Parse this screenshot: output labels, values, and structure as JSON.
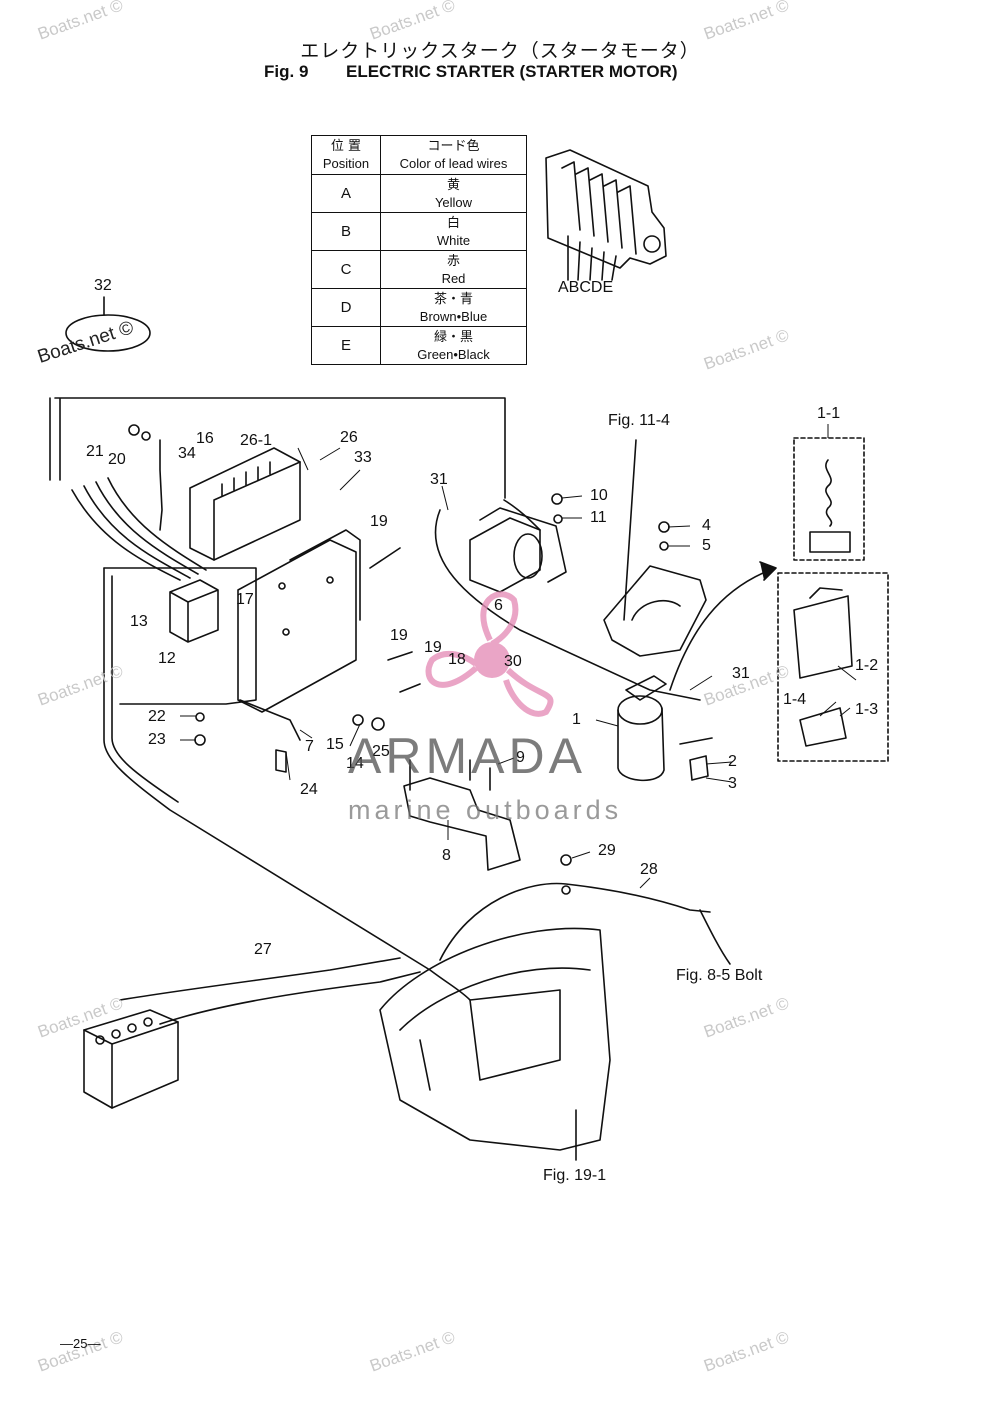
{
  "header": {
    "title_jp": "エレクトリックスターク（スタータモータ）",
    "fig_label": "Fig. 9",
    "title_en": "ELECTRIC STARTER (STARTER MOTOR)"
  },
  "wire_table": {
    "col_position_jp": "位 置",
    "col_position_en": "Position",
    "col_color_jp": "コード色",
    "col_color_en": "Color of lead wires",
    "rows": [
      {
        "position": "A",
        "color_jp": "黄",
        "color_en": "Yellow"
      },
      {
        "position": "B",
        "color_jp": "白",
        "color_en": "White"
      },
      {
        "position": "C",
        "color_jp": "赤",
        "color_en": "Red"
      },
      {
        "position": "D",
        "color_jp": "茶・青",
        "color_en": "Brown•Blue"
      },
      {
        "position": "E",
        "color_jp": "緑・黒",
        "color_en": "Green•Black"
      }
    ]
  },
  "connector_letters": "ABCDE",
  "callouts": {
    "c1": "1",
    "c1_1": "1-1",
    "c1_2": "1-2",
    "c1_3": "1-3",
    "c1_4": "1-4",
    "c2": "2",
    "c3": "3",
    "c4": "4",
    "c5": "5",
    "c6": "6",
    "c7": "7",
    "c8": "8",
    "c9": "9",
    "c10": "10",
    "c11": "11",
    "c12": "12",
    "c13": "13",
    "c14": "14",
    "c15": "15",
    "c16": "16",
    "c17": "17",
    "c18": "18",
    "c19a": "19",
    "c19b": "19",
    "c19c": "19",
    "c20": "20",
    "c21": "21",
    "c22": "22",
    "c23": "23",
    "c24": "24",
    "c25": "25",
    "c26": "26",
    "c26_1": "26-1",
    "c27": "27",
    "c28": "28",
    "c29": "29",
    "c30": "30",
    "c31a": "31",
    "c31b": "31",
    "c32": "32",
    "c33": "33",
    "c34": "34"
  },
  "references": {
    "fig_11_4": "Fig. 11-4",
    "fig_8_5": "Fig. 8-5 Bolt",
    "fig_19_1": "Fig. 19-1"
  },
  "page_number": "—25—",
  "watermarks": {
    "boats_net": "Boats.net ©",
    "armada_name": "ARMADA",
    "armada_sub": "marine outboards"
  },
  "colors": {
    "ink": "#111111",
    "watermark_gray": "#c9c9c9",
    "logo_pink": "#e58fb8"
  }
}
